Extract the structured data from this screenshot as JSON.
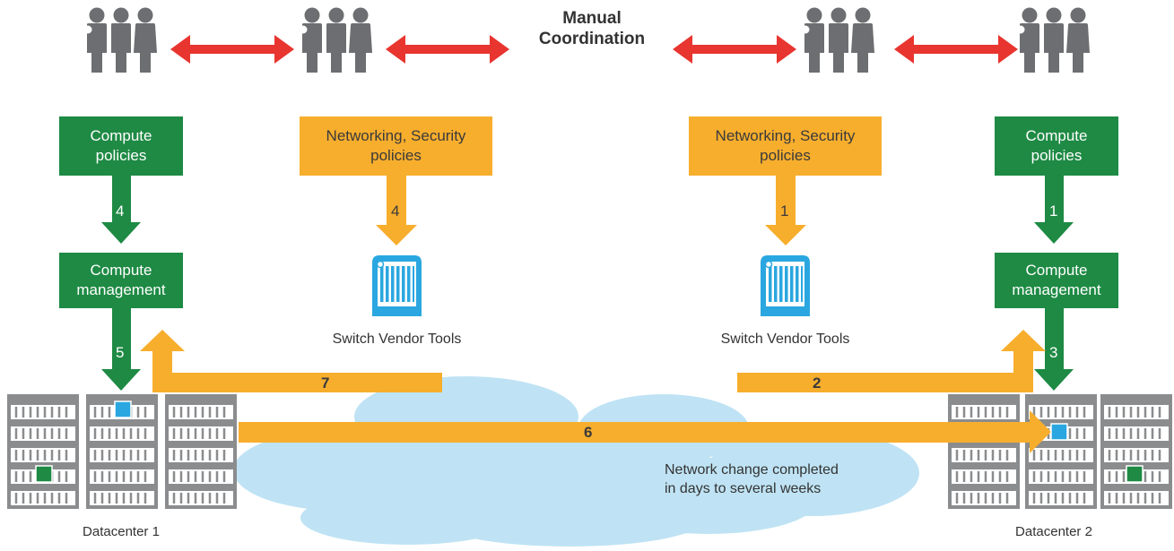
{
  "title": "Manual\nCoordination",
  "boxes": {
    "compute_policies_left": "Compute\npolicies",
    "net_sec_policies_left": "Networking, Security\npolicies",
    "net_sec_policies_right": "Networking, Security\npolicies",
    "compute_policies_right": "Compute\npolicies",
    "compute_mgmt_left": "Compute\nmanagement",
    "compute_mgmt_right": "Compute\nmanagement"
  },
  "labels": {
    "switch_tools_left": "Switch Vendor Tools",
    "switch_tools_right": "Switch Vendor Tools",
    "datacenter_1": "Datacenter 1",
    "datacenter_2": "Datacenter 2",
    "network_change": "Network change completed\nin days to several weeks"
  },
  "steps": {
    "compute_policies_left_to_mgmt": "4",
    "net_policies_left_to_switch": "4",
    "net_policies_right_to_switch": "1",
    "compute_policies_right_to_mgmt": "1",
    "mgmt_left_to_dc1": "5",
    "mgmt_right_to_dc2": "3",
    "return_to_mgmt_left": "7",
    "dc2_to_mgmt_right": "2",
    "dc1_to_dc2": "6"
  },
  "colors": {
    "green": "#1e8a44",
    "orange": "#f7ae2d",
    "red": "#e8352f",
    "people_gray": "#6d6e71",
    "cloud_blue": "#bfe3f4",
    "switch_blue": "#2aa7e0",
    "rack_gray": "#8a8c8e"
  },
  "icons": [
    "people-group-icon",
    "switch-icon",
    "server-rack-icon",
    "cloud-icon",
    "double-arrow-icon"
  ]
}
